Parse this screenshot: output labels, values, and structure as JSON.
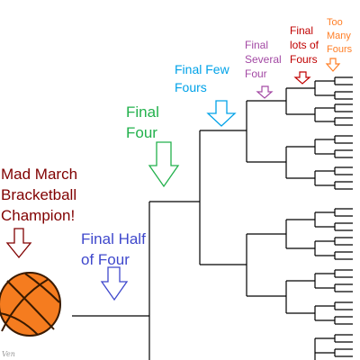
{
  "labels": {
    "champion": "Mad March\nBracketball\nChampion!",
    "half_of_four": "Final Half\nof Four",
    "final_four": "Final\nFour",
    "few_fours": "Final Few\nFours",
    "several_four": "Final\nSeveral\nFour",
    "lots_of_fours": "Final\nlots of\nFours",
    "many_fours": "Too\nMany\nFours"
  },
  "colors": {
    "champion": "#800000",
    "half_of_four": "#3f48cc",
    "final_four": "#22b14c",
    "few_fours": "#00a2e8",
    "several_four": "#a349a4",
    "lots_of_fours": "#c00000",
    "many_fours": "#ff7f27",
    "ball": "#f57c1f",
    "ball_seams": "#3a1a00",
    "lines": "#000000"
  },
  "signature": "Ven"
}
